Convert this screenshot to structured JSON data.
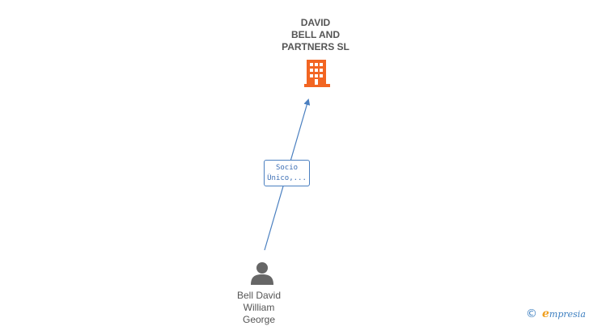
{
  "company": {
    "name_lines": [
      "DAVID",
      "BELL AND",
      "PARTNERS SL"
    ],
    "icon": "building-icon",
    "color": "#f26522"
  },
  "relation": {
    "label_lines": [
      "Socio",
      "Único,..."
    ],
    "color": "#4a7fc0"
  },
  "person": {
    "name_lines": [
      "Bell David",
      "William",
      "George"
    ],
    "icon": "person-icon",
    "color": "#666666"
  },
  "brand": {
    "copyright": "©",
    "initial": "e",
    "rest": "mpresia"
  }
}
